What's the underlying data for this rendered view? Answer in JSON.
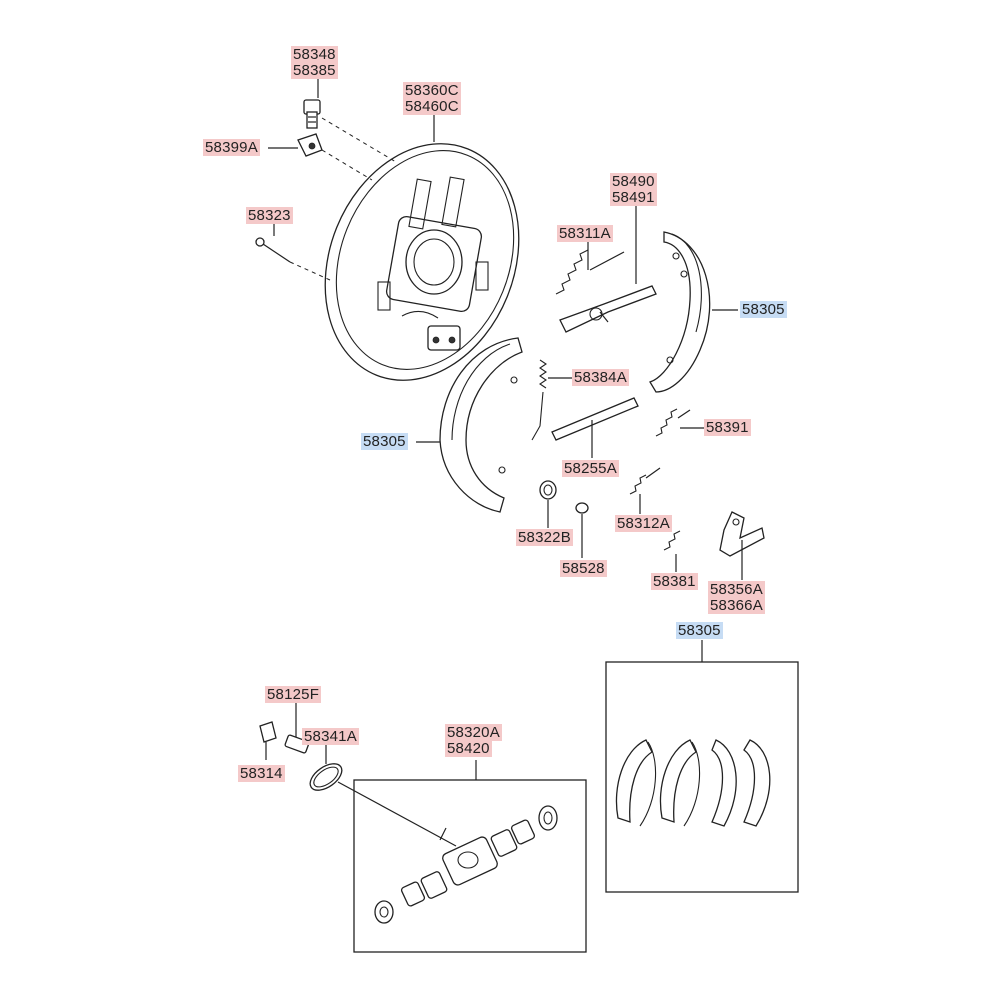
{
  "colors": {
    "part_label_bg": "#f4c9c9",
    "kit_label_bg": "#c6dcf4",
    "line": "#222222"
  },
  "labels": {
    "p58348": "58348",
    "p58385": "58385",
    "p58360C": "58360C",
    "p58460C": "58460C",
    "p58399A": "58399A",
    "p58323": "58323",
    "p58490": "58490",
    "p58491": "58491",
    "p58311A": "58311A",
    "p58305_right": "58305",
    "p58384A": "58384A",
    "p58305_left": "58305",
    "p58391": "58391",
    "p58255A": "58255A",
    "p58322B": "58322B",
    "p58312A": "58312A",
    "p58528": "58528",
    "p58381": "58381",
    "p58356A": "58356A",
    "p58366A": "58366A",
    "p58305_kit": "58305",
    "p58125F": "58125F",
    "p58341A": "58341A",
    "p58314": "58314",
    "p58320A": "58320A",
    "p58420": "58420"
  }
}
